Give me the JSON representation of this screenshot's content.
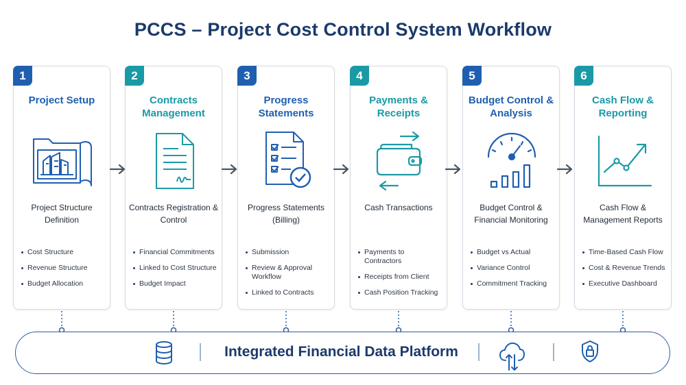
{
  "title": "PCCS – Project Cost Control System Workflow",
  "colors": {
    "blue": "#1f5fb0",
    "teal": "#1a9aa6",
    "navy": "#1b3a6b"
  },
  "steps": [
    {
      "number": "1",
      "title": "Project Setup",
      "subtitle": "Project Structure Definition",
      "icon": "blueprint-folder-icon",
      "bullets": [
        "Cost Structure",
        "Revenue Structure",
        "Budget Allocation"
      ]
    },
    {
      "number": "2",
      "title": "Contracts Management",
      "subtitle": "Contracts Registration & Control",
      "icon": "signed-contract-icon",
      "bullets": [
        "Financial Commitments",
        "Linked to Cost Structure",
        "Budget Impact"
      ]
    },
    {
      "number": "3",
      "title": "Progress Statements",
      "subtitle": "Progress Statements (Billing)",
      "icon": "checklist-document-icon",
      "bullets": [
        "Submission",
        "Review & Approval Workflow",
        "Linked to Contracts"
      ]
    },
    {
      "number": "4",
      "title": "Payments & Receipts",
      "subtitle": "Cash Transactions",
      "icon": "wallet-transfer-icon",
      "bullets": [
        "Payments to Contractors",
        "Receipts from Client",
        "Cash Position Tracking"
      ]
    },
    {
      "number": "5",
      "title": "Budget Control & Analysis",
      "subtitle": "Budget Control & Financial Monitoring",
      "icon": "gauge-bar-chart-icon",
      "bullets": [
        "Budget vs Actual",
        "Variance Control",
        "Commitment Tracking"
      ]
    },
    {
      "number": "6",
      "title": "Cash Flow & Reporting",
      "subtitle": "Cash Flow & Management Reports",
      "icon": "line-chart-icon",
      "bullets": [
        "Time-Based Cash Flow",
        "Cost & Revenue Trends",
        "Executive Dashboard"
      ]
    }
  ],
  "platform": {
    "title": "Integrated Financial Data Platform",
    "icons": [
      "database-icon",
      "cloud-sync-icon",
      "security-shield-icon"
    ]
  }
}
